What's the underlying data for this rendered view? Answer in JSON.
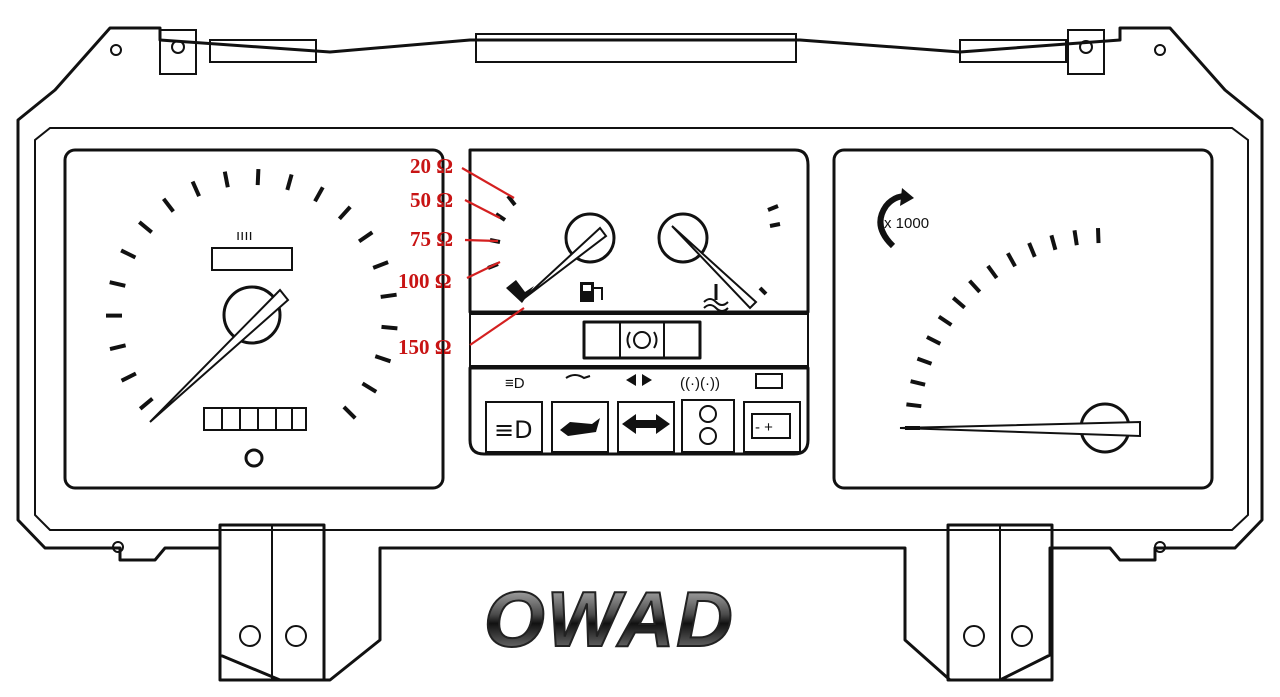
{
  "annotations": {
    "resistances": [
      {
        "label": "20 Ω"
      },
      {
        "label": "50 Ω"
      },
      {
        "label": "75 Ω"
      },
      {
        "label": "100 Ω"
      },
      {
        "label": "150 Ω"
      }
    ],
    "color": "#c81414"
  },
  "tachometer": {
    "multiplier_label": "x 1000"
  },
  "logo": {
    "text": "OWAD"
  },
  "icons": {
    "fuel": "fuel-pump-icon",
    "temperature": "coolant-temperature-icon",
    "brake": "brake-warning-icon",
    "headlight": "headlight-icon",
    "oil": "oil-can-icon",
    "turn": "turn-signal-icon",
    "brake_dual": "dual-brake-icon",
    "battery": "battery-icon",
    "rotation": "rotation-arrow-icon"
  }
}
